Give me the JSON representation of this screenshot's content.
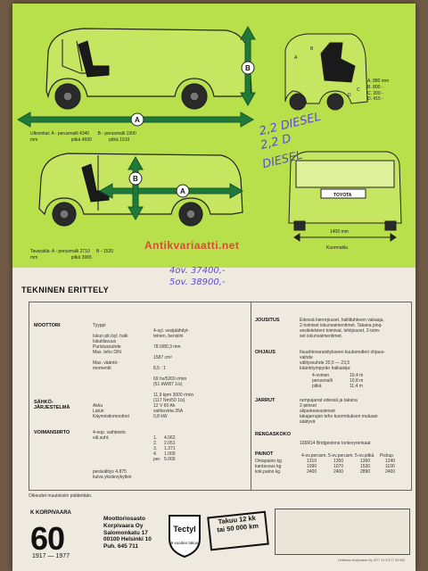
{
  "green_panel": {
    "top_caption": {
      "label": "Ulkomitat:",
      "a": "A - perusmalli  4340",
      "a_long": "pitkä   4690",
      "b": "B - perusmalli 1900",
      "b_long": "pitkä   1910",
      "unit": "mm"
    },
    "bottom_caption": {
      "label": "Tavaratila:",
      "a": "A - perusmalli  2710",
      "a_long": "pitkä   3065",
      "b": "B - 1520",
      "unit": "mm"
    },
    "dim_letters": [
      "A",
      "B"
    ],
    "side_dims": [
      {
        "l": "A",
        "v": "880 mm"
      },
      {
        "l": "B",
        "v": "800 -"
      },
      {
        "l": "C",
        "v": "200 -"
      },
      {
        "l": "D",
        "v": "415 -"
      }
    ],
    "side_letters": [
      "A",
      "B",
      "C",
      "D"
    ],
    "width_label": "1400 mm",
    "rear_caption": "Kuormatila"
  },
  "handwriting": {
    "lines": [
      "2,2 DIESEL",
      "2,2 D",
      "DIESEL"
    ],
    "prices": [
      "4ov. 37400,-",
      "5ov. 38900,-"
    ]
  },
  "watermark": "Antikvariaatti.net",
  "spec": {
    "title": "TEKNINEN ERITTELY",
    "moottori": {
      "label": "MOOTTORI",
      "rows": [
        {
          "k": "Tyyppi",
          "v": "4-syl. vesijäähdyt-\nteinen, bensiini"
        },
        {
          "k": "Iskun pit./syl. halk",
          "v": "78.0/80,3 mm"
        },
        {
          "k": "Iskutilavuus",
          "v": "1587 cm³"
        },
        {
          "k": "Puristussuhde",
          "v": "8,5 : 1"
        },
        {
          "k": "Max. teho DIN",
          "v": "69 hv/5200 r/min\n(51 kW/87 1/s)"
        },
        {
          "k": "Max. vääntö-\nmomentti",
          "v": "11,9 kpm 3000 r/min\n(117 Nm/50 1/s)"
        }
      ]
    },
    "sahko": {
      "label": "SÄHKÖ-\nJÄRJESTELMÄ",
      "rows": [
        {
          "k": "Akku",
          "v": "12 V 60 Ah"
        },
        {
          "k": "Laturi",
          "v": "vaihtovirta 35A"
        },
        {
          "k": "Käynnistinmoottori",
          "v": "0,8 kW"
        }
      ]
    },
    "voimansiirto": {
      "label": "VOIMANSIIRTO",
      "intro": "4-nop. vaihteisto\nväl.suht.",
      "gears": [
        {
          "g": "1.",
          "r": "4.062"
        },
        {
          "g": "2.",
          "r": "2.051"
        },
        {
          "g": "3.",
          "r": "1.371"
        },
        {
          "g": "4.",
          "r": "1.000"
        },
        {
          "g": "per.",
          "r": "5.000"
        }
      ],
      "perav_k": "perävälitys 4.875",
      "perav_v": "kuiva yksilevykytkin"
    },
    "jousitus": {
      "label": "JOUSITUS",
      "text": "Edessä kierrejouset, hallittuhkeen vakaaja,\n2-toimiset iskunvaimentimet. Takana pinq-\nvesilelelvieni toimivat, lehtijouset, 2-toim-\nset iskunvaimentimet."
    },
    "ohjaus": {
      "label": "OHJAUS",
      "text": "Itsuahtovaraisitykseen kuulamutteri ohjaus-\nvaihde\nvälityssuhde 20,5 — 23,5\nkääntöympyrän halkaisija:",
      "rows": [
        {
          "k": "4-ovinen",
          "v": "10,4 m"
        },
        {
          "k": "perusmalli",
          "v": "10,8 m"
        },
        {
          "k": "pitkä",
          "v": "11,4 m"
        }
      ]
    },
    "jarrut": {
      "label": "JARRUT",
      "text": "rumpujarrut edessä ja takana\n2-piiriset\nalipaineavusteiset\ntakajarrujen teho kuormituksen mukaan\nsäätyvä"
    },
    "rengaskoko": {
      "label": "RENGASKOKO",
      "text": "165R14 Bridgestone Ionlevyrenkaat"
    },
    "painot": {
      "label": "PAINOT",
      "cols": [
        "4-ov.perusm.",
        "5-ov.perusm.",
        "5-ov.pitkä",
        "Pickup"
      ],
      "rows": [
        {
          "k": "Omapaino kg",
          "v": [
            "1310",
            "1350",
            "1360",
            "1240"
          ]
        },
        {
          "k": "kantavuus kg",
          "v": [
            "1090",
            "1070",
            "1530",
            "1100"
          ]
        },
        {
          "k": "kok.paino kg",
          "v": [
            "2400",
            "2400",
            "2890",
            "2400"
          ]
        }
      ]
    }
  },
  "footer_note": "Oikeudet muutoksiin pidätetään.",
  "logo": {
    "brand": "K KORPIVAARA",
    "number": "60",
    "years": "1917 — 1977"
  },
  "dealer": {
    "lines": [
      "Moottoriosasto",
      "Korpivaara Oy",
      "Salomonkatu 17",
      "00100 Helsinki 10",
      "Puh. 645 711"
    ]
  },
  "tectyl": {
    "name": "Tectyl",
    "badge": "6 vuoden takuu"
  },
  "takuu": {
    "line1": "Takuu 12 kk",
    "line2": "tai 50 000 km"
  },
  "print_credit": "Lehtiöasu Korpivaara Oy 1977  Y4 S.9.77 30.000"
}
